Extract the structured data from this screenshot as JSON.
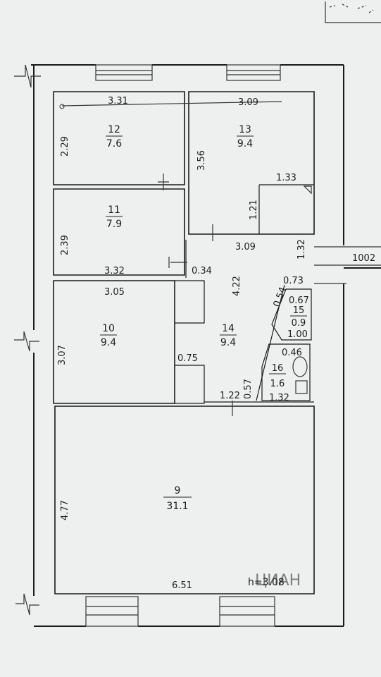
{
  "corner_mark": "",
  "rooms": [
    {
      "id": "r12",
      "number": "12",
      "area": "7.6"
    },
    {
      "id": "r13",
      "number": "13",
      "area": "9.4"
    },
    {
      "id": "r11",
      "number": "11",
      "area": "7.9"
    },
    {
      "id": "r10",
      "number": "10",
      "area": "9.4"
    },
    {
      "id": "r14",
      "number": "14",
      "area": "9.4"
    },
    {
      "id": "r15",
      "number": "15",
      "area": "0.9"
    },
    {
      "id": "r16",
      "number": "16",
      "area": "1.6"
    },
    {
      "id": "r9",
      "number": "9",
      "area": "31.1"
    }
  ],
  "dimensions": {
    "d331": "3.31",
    "d309a": "3.09",
    "d229": "2.29",
    "d356": "3.56",
    "d133": "1.33",
    "d121": "1.21",
    "d239": "2.39",
    "d309b": "3.09",
    "d132a": "1.32",
    "d332": "3.32",
    "d034": "0.34",
    "d305": "3.05",
    "d422": "4.22",
    "d073": "0.73",
    "d054": "0.54",
    "d067": "0.67",
    "d100": "1.00",
    "d307": "3.07",
    "d046": "0.46",
    "d075": "0.75",
    "d057": "0.57",
    "d122": "1.22",
    "d132b": "1.32",
    "d477": "4.77",
    "d651": "6.51"
  },
  "external_ref": "1002",
  "height_note": "h=3.08",
  "watermark": "ЦИАН"
}
